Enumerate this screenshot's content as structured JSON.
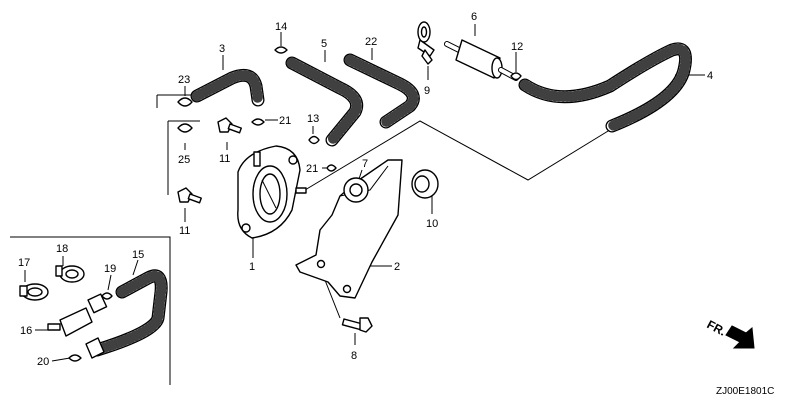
{
  "diagram": {
    "parts": [
      {
        "id": "p1",
        "number": "1"
      },
      {
        "id": "p2",
        "number": "2"
      },
      {
        "id": "p3",
        "number": "3"
      },
      {
        "id": "p4",
        "number": "4"
      },
      {
        "id": "p5",
        "number": "5"
      },
      {
        "id": "p6",
        "number": "6"
      },
      {
        "id": "p7",
        "number": "7"
      },
      {
        "id": "p8",
        "number": "8"
      },
      {
        "id": "p9",
        "number": "9"
      },
      {
        "id": "p10",
        "number": "10"
      },
      {
        "id": "p11a",
        "number": "11"
      },
      {
        "id": "p11b",
        "number": "11"
      },
      {
        "id": "p12",
        "number": "12"
      },
      {
        "id": "p13",
        "number": "13"
      },
      {
        "id": "p14",
        "number": "14"
      },
      {
        "id": "p15",
        "number": "15"
      },
      {
        "id": "p16",
        "number": "16"
      },
      {
        "id": "p17",
        "number": "17"
      },
      {
        "id": "p18",
        "number": "18"
      },
      {
        "id": "p19",
        "number": "19"
      },
      {
        "id": "p20",
        "number": "20"
      },
      {
        "id": "p21a",
        "number": "21"
      },
      {
        "id": "p21b",
        "number": "21"
      },
      {
        "id": "p22",
        "number": "22"
      },
      {
        "id": "p23",
        "number": "23"
      },
      {
        "id": "p25",
        "number": "25"
      }
    ],
    "direction_label": "FR.",
    "drawing_code": "ZJ00E1801C"
  }
}
